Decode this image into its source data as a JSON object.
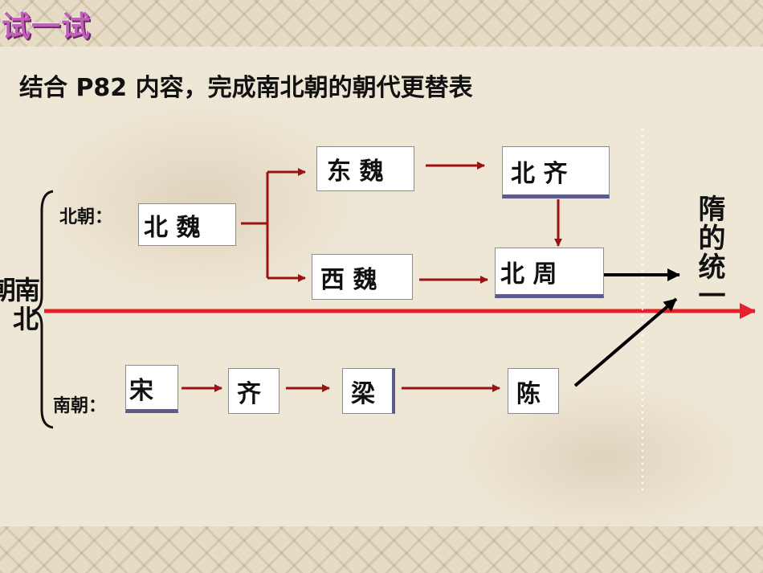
{
  "badge": "试一试",
  "title": "结合 P82 内容，完成南北朝的朝代更替表",
  "labels": {
    "north": "北朝：",
    "south": "南朝：",
    "left_top": "南",
    "left_cut": "朝",
    "left_bottom": "北"
  },
  "north_dynasties": {
    "bei_wei": "北 魏",
    "dong_wei": "东 魏",
    "xi_wei": "西 魏",
    "bei_qi": "北 齐",
    "bei_zhou": "北 周"
  },
  "south_dynasties": [
    "宋",
    "齐",
    "梁",
    "陈"
  ],
  "unification": "隋的统一",
  "colors": {
    "arrow_dark_red": "#9c1212",
    "axis_red": "#e8202a",
    "box_accent": "#5c5b8c",
    "badge": "#c060b8"
  }
}
